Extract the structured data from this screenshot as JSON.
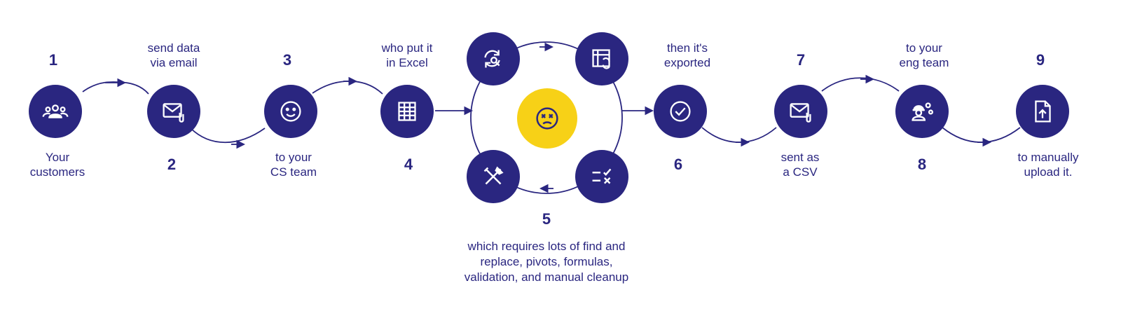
{
  "colors": {
    "primary": "#2a2680",
    "accent": "#f7d117",
    "background": "#ffffff"
  },
  "steps": [
    {
      "number": "1",
      "caption": "Your\ncustomers",
      "icon": "people-group-icon"
    },
    {
      "number": "2",
      "caption": "send data\nvia email",
      "icon": "email-attachment-icon"
    },
    {
      "number": "3",
      "caption": "to your\nCS team",
      "icon": "smiley-face-icon"
    },
    {
      "number": "4",
      "caption": "who put it\nin Excel",
      "icon": "spreadsheet-grid-icon"
    },
    {
      "number": "5",
      "caption": "which requires lots of find and\nreplace, pivots, formulas,\nvalidation, and manual cleanup",
      "icon": "dizzy-face-icon"
    },
    {
      "number": "6",
      "caption": "then it's\nexported",
      "icon": "checkmark-circle-icon"
    },
    {
      "number": "7",
      "caption": "sent as\na CSV",
      "icon": "email-attachment-icon"
    },
    {
      "number": "8",
      "caption": "to your\neng team",
      "icon": "engineer-gears-icon"
    },
    {
      "number": "9",
      "caption": "to manually\nupload it.",
      "icon": "file-upload-icon"
    }
  ],
  "cycle_icons": [
    "refresh-search-icon",
    "table-sync-icon",
    "checklist-icon",
    "tools-icon"
  ]
}
